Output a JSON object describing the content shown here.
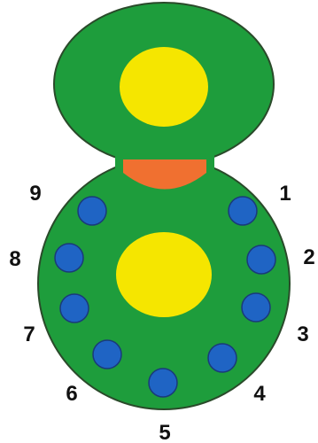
{
  "colors": {
    "background": "#ffffff",
    "body": "#1e9d3c",
    "outline": "#2a4a2a",
    "nucleus": "#f5e600",
    "orange_cap": "#f07030",
    "small_circle": "#1f64c4",
    "small_circle_outline": "#1a3a7a",
    "label": "#111111"
  },
  "labels": [
    "1",
    "2",
    "3",
    "4",
    "5",
    "6",
    "7",
    "8",
    "9"
  ]
}
